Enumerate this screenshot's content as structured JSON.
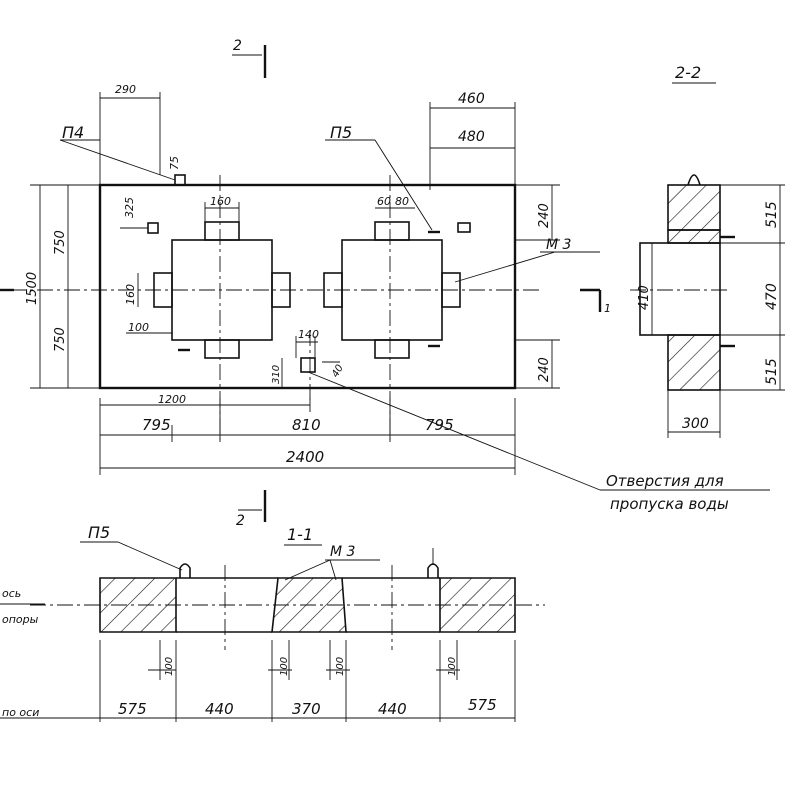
{
  "labels": {
    "p4": "П4",
    "p5_top": "П5",
    "p5_bottom": "П5",
    "m3_top": "М 3",
    "m3_bottom": "М 3",
    "section_2_2": "2-2",
    "section_1_1": "1-1",
    "cut_2_top": "2",
    "cut_2_bottom": "2",
    "cut_1": "1",
    "note_line1": "Отверстия для",
    "note_line2": "пропуска воды",
    "axis_support_1": "ось",
    "axis_support_2": "опоры",
    "by_axis": "по оси"
  },
  "dims_plan": {
    "d290": "290",
    "d460": "460",
    "d480": "480",
    "d75": "75",
    "d325": "325",
    "d160a": "160",
    "d60": "60",
    "d80": "80",
    "d240a": "240",
    "d240b": "240",
    "d750a": "750",
    "d750b": "750",
    "d1500": "1500",
    "d160b": "160",
    "d100": "100",
    "d140": "140",
    "d310": "310",
    "d40": "40",
    "d1200": "1200",
    "d795a": "795",
    "d810": "810",
    "d795b": "795",
    "d2400": "2400"
  },
  "dims_section_2_2": {
    "d515a": "515",
    "d470": "470",
    "d515b": "515",
    "d410": "410",
    "d300": "300"
  },
  "dims_section_1_1": {
    "d100a": "100",
    "d100b": "100",
    "d100c": "100",
    "d100d": "100",
    "d575a": "575",
    "d440a": "440",
    "d370": "370",
    "d440b": "440",
    "d575b": "575"
  }
}
